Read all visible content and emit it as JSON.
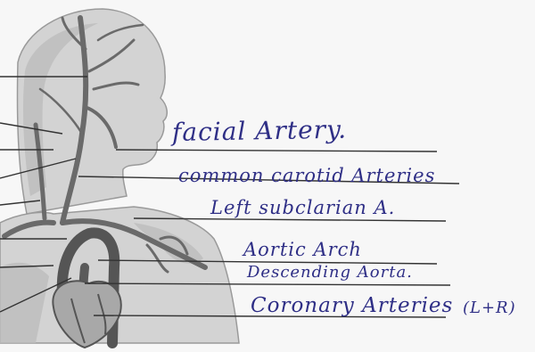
{
  "labels": {
    "facial": "facial Artery.",
    "carotid": "common carotid Arteries",
    "subclavian": "Left subclarian A.",
    "arch": "Aortic Arch",
    "descending": "Descending Aorta.",
    "coronary": "Coronary Arteries",
    "coronary_side": "(L+R)"
  },
  "colors": {
    "ink": "#2f2f86",
    "line": "#3a3a3a",
    "skin": "#d4d4d4",
    "vessel": "#6e6e6e"
  }
}
